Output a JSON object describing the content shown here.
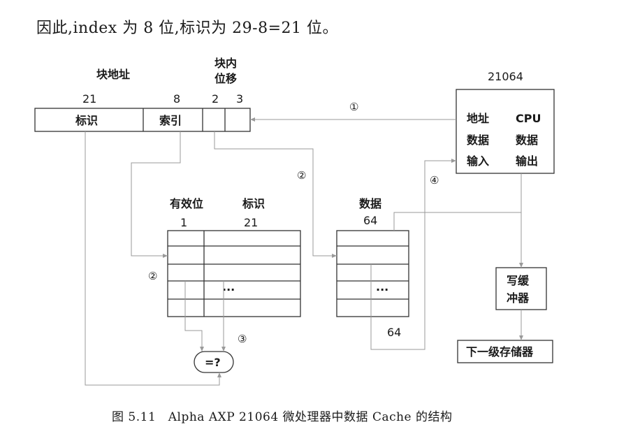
{
  "intro_text": "因此,index 为 8 位,标识为 29-8=21 位。",
  "address": {
    "block_address_label": "块地址",
    "block_offset_label_line1": "块内",
    "block_offset_label_line2": "位移",
    "bits_tag": "21",
    "bits_index": "8",
    "bits_offset_a": "2",
    "bits_offset_b": "3",
    "tag_field": "标识",
    "index_field": "索引"
  },
  "cpu": {
    "title": "21064",
    "row1_left": "地址",
    "row1_right": "CPU",
    "row2_left": "数据",
    "row2_right": "数据",
    "row3_left": "输入",
    "row3_right": "输出"
  },
  "tag_array": {
    "valid_label": "有效位",
    "tag_label": "标识",
    "valid_bits": "1",
    "tag_bits": "21",
    "ellipsis": "···"
  },
  "data_array": {
    "label": "数据",
    "width_top": "64",
    "ellipsis": "···",
    "width_bottom": "64"
  },
  "steps": {
    "step1": "①",
    "step2a": "②",
    "step2b": "②",
    "step3": "③",
    "step4": "④"
  },
  "compare": {
    "label": "=?"
  },
  "write_buffer": {
    "line1": "写缓",
    "line2": "冲器"
  },
  "next_level": {
    "label": "下一级存储器"
  },
  "caption": "图 5.11　Alpha AXP 21064 微处理器中数据 Cache 的结构"
}
